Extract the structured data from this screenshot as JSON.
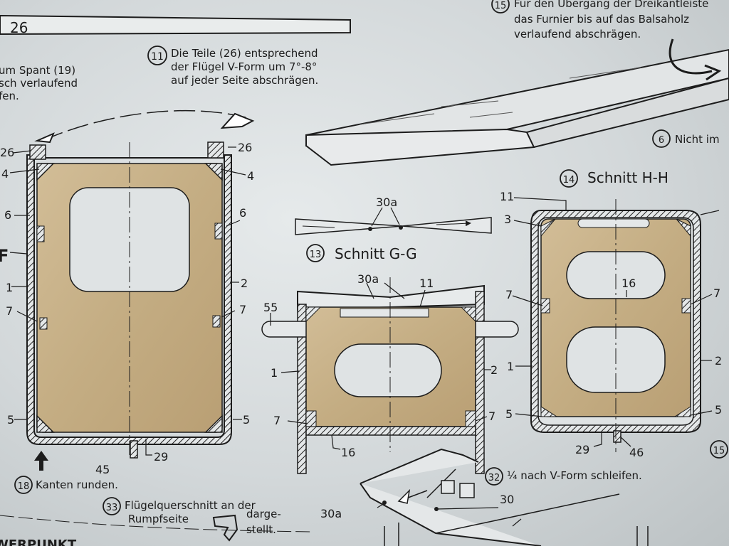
{
  "header": {
    "page_number": "26"
  },
  "notes": {
    "top_left": [
      "um Spant (19)",
      "sch verlaufend",
      "fen."
    ],
    "note11": [
      "Die Teile (26) entsprechend",
      "der Flügel V-Form um 7°-8°",
      "auf jeder Seite abschrägen."
    ],
    "note15": [
      "Für den Übergang der Dreikantleiste",
      "das Furnier bis auf das Balsaholz",
      "verlaufend abschrägen."
    ],
    "note6": "Nicht im",
    "note18": "Kanten runden.",
    "note32": "¼ nach V-Form schleifen.",
    "note33": [
      "Flügelquerschnitt an der",
      "Rumpfseite"
    ],
    "note33b": [
      "darge-",
      "stellt."
    ],
    "bottom_left": "WERPUNKT"
  },
  "step_numbers": {
    "s11": "11",
    "s15": "15",
    "s6": "6",
    "s14": "14",
    "s13": "13",
    "s18": "18",
    "s32": "32",
    "s33": "33",
    "s15b": "15"
  },
  "sections": {
    "hh": "Schnitt H-H",
    "gg": "Schnitt G-G"
  },
  "labels": {
    "L26a": "26",
    "R26a": "26",
    "L4": "4",
    "R4": "4",
    "L6": "6",
    "R6": "6",
    "LF": "F",
    "L1": "1",
    "R2": "2",
    "L7": "7",
    "R7": "7",
    "L5": "5",
    "R5": "5",
    "L45": "45",
    "L29": "29",
    "B30a": "30a",
    "M30a": "30a",
    "M11": "11",
    "M55": "55",
    "M1": "1",
    "M2": "2",
    "M7L": "7",
    "M7R": "7",
    "M16": "16",
    "H11": "11",
    "H3": "3",
    "H7L": "7",
    "H7R": "7",
    "H16": "16",
    "H1": "1",
    "H2": "2",
    "H5L": "5",
    "H5R": "5",
    "H29": "29",
    "H46": "46",
    "W30a": "30a",
    "W30": "30"
  },
  "colors": {
    "wood": "#c9b38a",
    "ink": "#1c1c1c",
    "paper": "#dfe3e4"
  }
}
